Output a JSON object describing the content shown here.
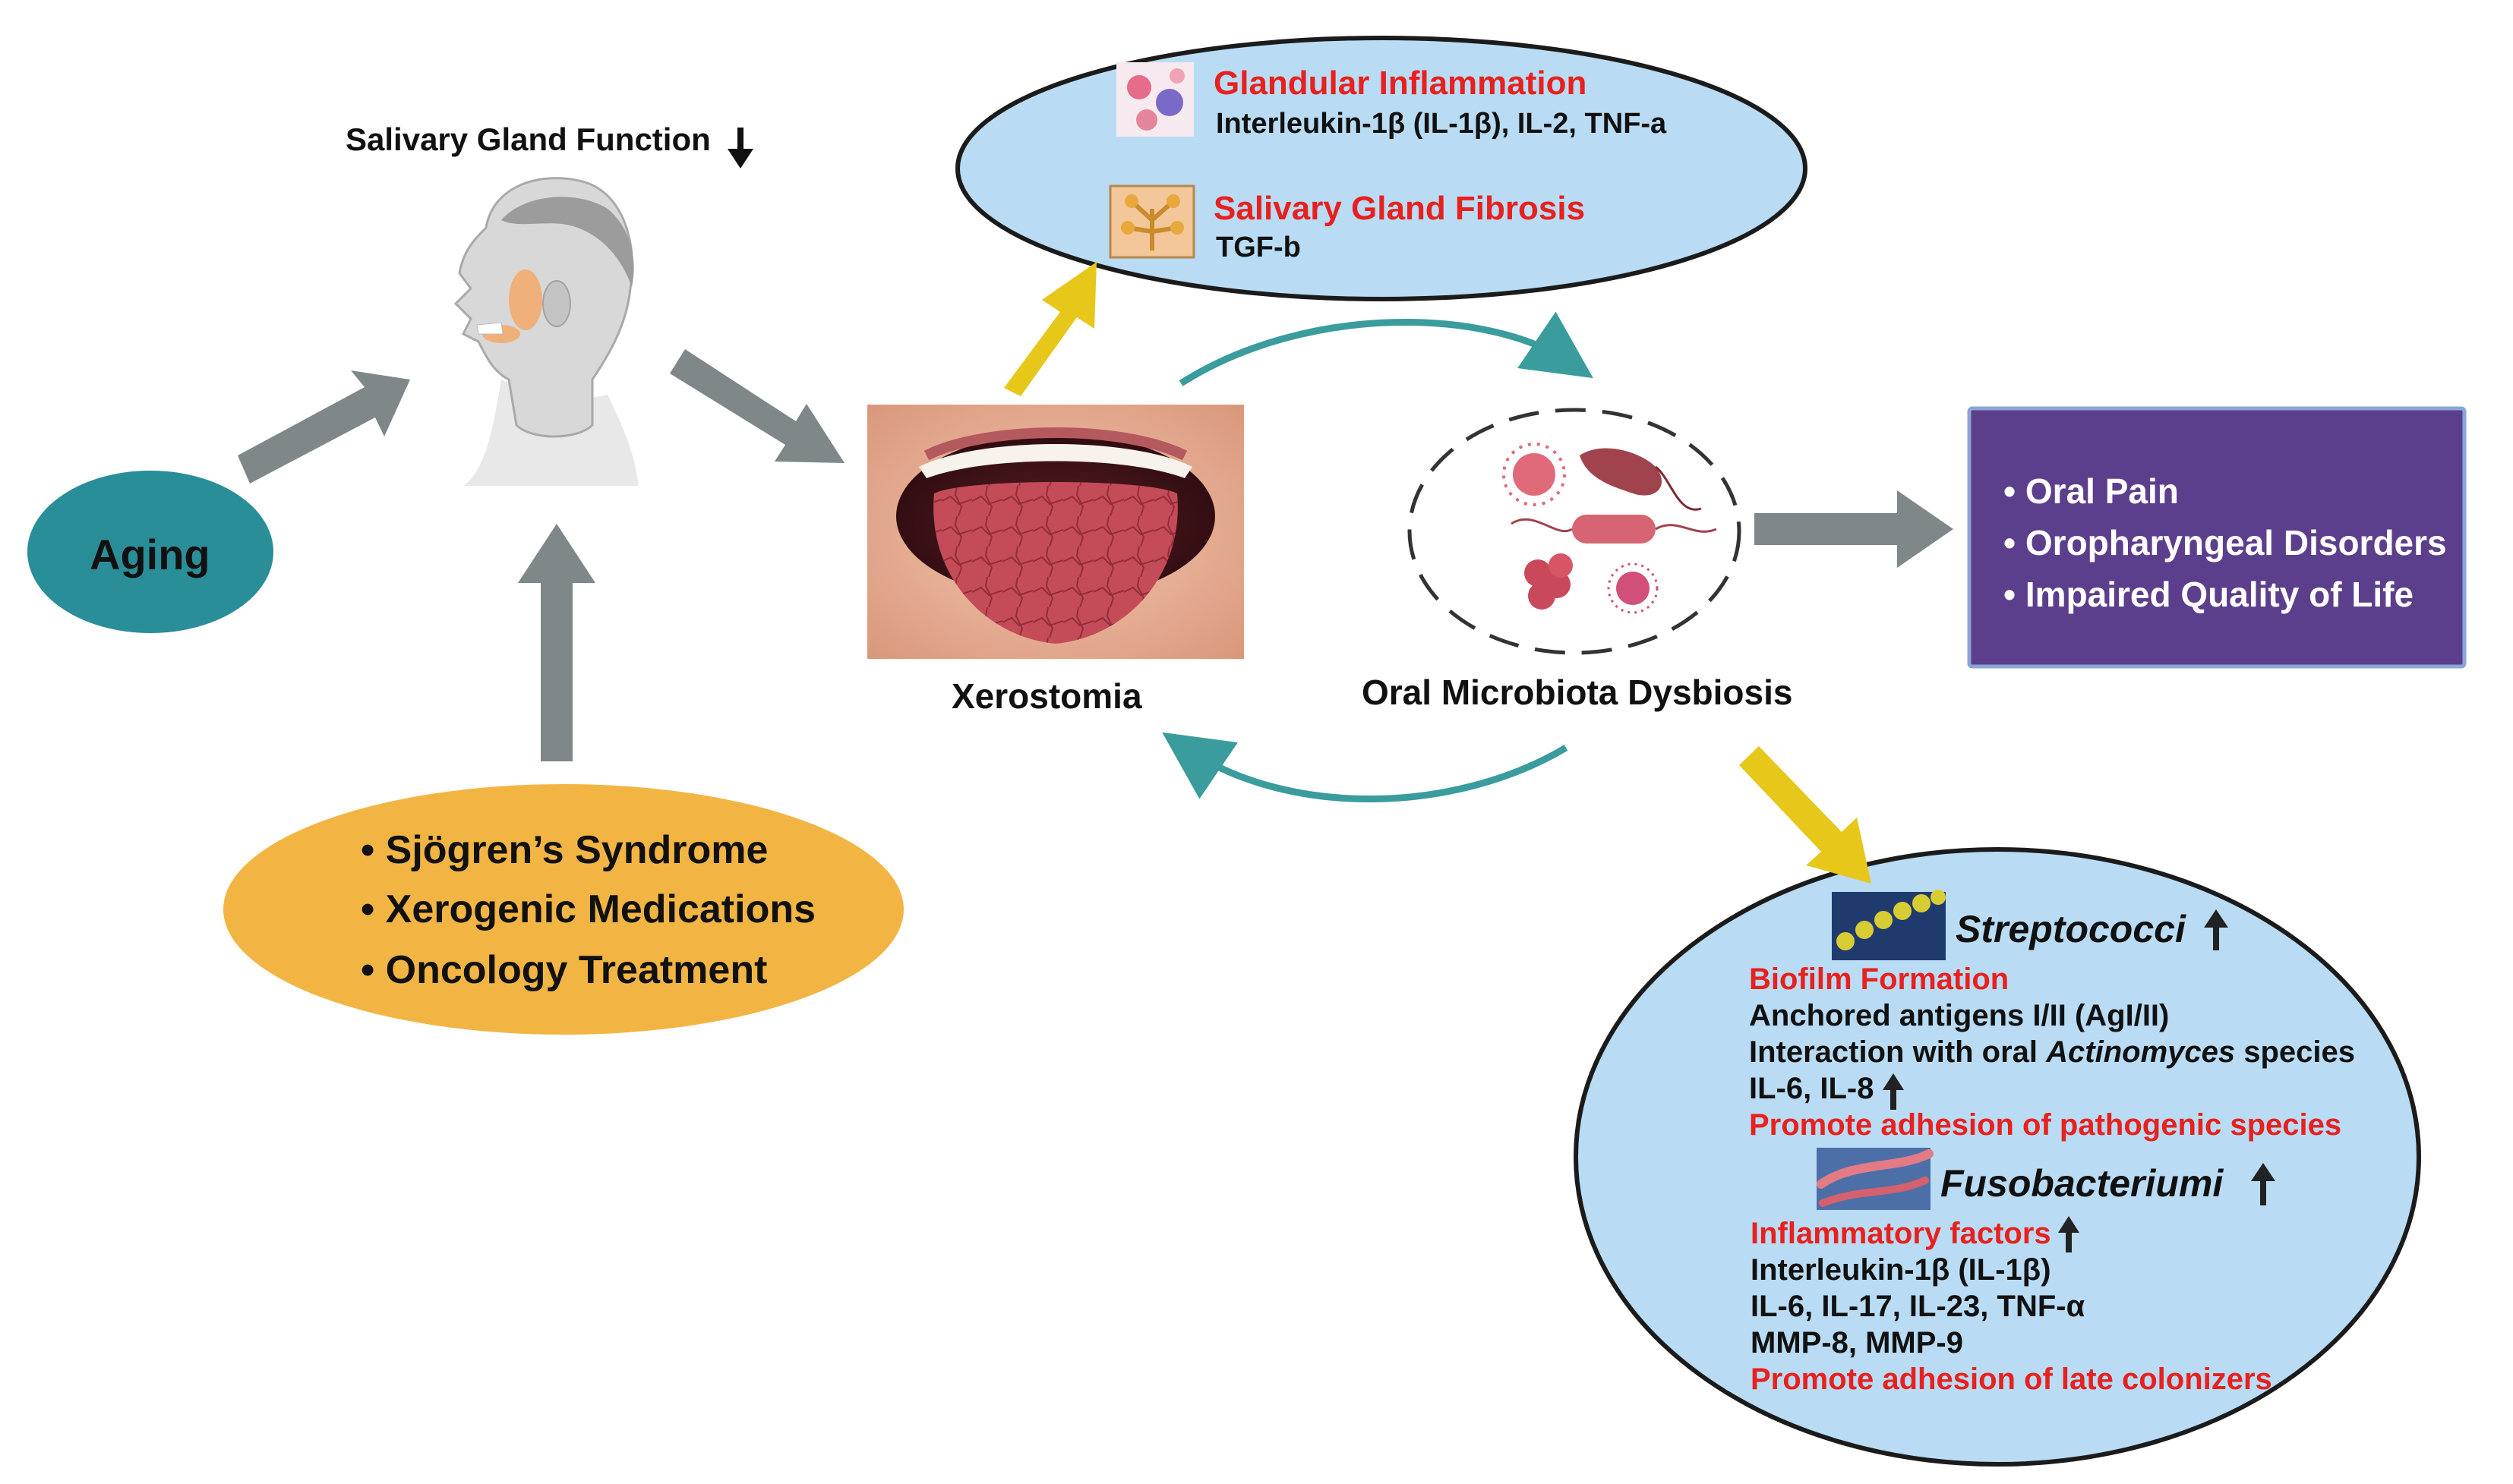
{
  "labels": {
    "salivary_gland_function": "Salivary Gland Function",
    "aging": "Aging",
    "xerostomia": "Xerostomia",
    "oral_microbiota_dysbiosis": "Oral Microbiota Dysbiosis"
  },
  "causes": [
    "Sjögren’s Syndrome",
    "Xerogenic Medications",
    "Oncology Treatment"
  ],
  "gland_effects": {
    "inflammation_title": "Glandular  Inflammation",
    "inflammation_detail": "Interleukin-1β (IL-1β), IL-2, TNF-a",
    "fibrosis_title": "Salivary Gland Fibrosis",
    "fibrosis_detail": "TGF-b"
  },
  "outcomes": [
    "Oral Pain",
    "Oropharyngeal Disorders",
    "Impaired Quality of Life"
  ],
  "bacteria": {
    "strep_title": "Streptococci",
    "strep_lines": {
      "biofilm": "Biofilm Formation",
      "antigens": "Anchored antigens I/II (AgI/II)",
      "interaction_a": "Interaction with oral ",
      "interaction_b": "Actinomyces",
      "interaction_c": " species",
      "il": "IL-6, IL-8",
      "adhesion": "Promote adhesion of pathogenic species"
    },
    "fuso_title": "Fusobacteriumi",
    "fuso_lines": {
      "inflam": "Inflammatory factors",
      "il1": "Interleukin-1β (IL-1β)",
      "il6": "IL-6, IL-17, IL-23, TNF-α",
      "mmp": "MMP-8, MMP-9",
      "late": "Promote adhesion of late colonizers"
    }
  },
  "colors": {
    "aging_teal": "#2a8e99",
    "causes_orange": "#f2b544",
    "ellipse_blue": "#b9dcf4",
    "outcome_purple": "#5c3f8c",
    "gray_arrow": "#7f8789",
    "yellow_arrow": "#e6c71a",
    "teal_arrow": "#3a9c9c",
    "red_text": "#e8201e"
  }
}
